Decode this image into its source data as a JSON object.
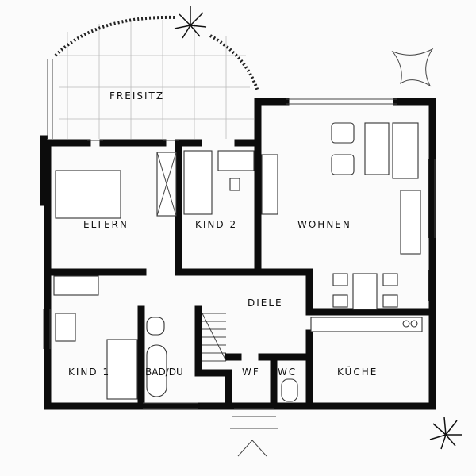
{
  "plan": {
    "rooms": {
      "freisitz": "FREISITZ",
      "eltern": "ELTERN",
      "kind2": "KIND 2",
      "wohnen": "WOHNEN",
      "diele": "DIELE",
      "kind1": "KIND 1",
      "bad": "BAD/DU",
      "wf": "WF",
      "wc": "WC",
      "kueche": "KÜCHE"
    }
  }
}
